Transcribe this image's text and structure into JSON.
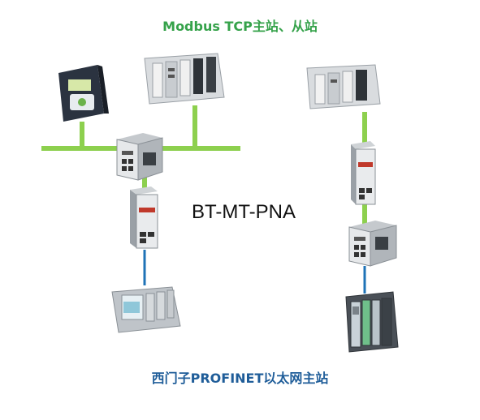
{
  "title_top": "Modbus TCP主站、从站",
  "center_label": "BT-MT-PNA",
  "title_bottom": "西门子PROFINET以太网主站",
  "colors": {
    "ethernet_link": "#8dd04e",
    "profinet_link": "#1f73b7",
    "title_top": "#35a24a",
    "title_bottom": "#1f5d99"
  },
  "icons": [
    "modbus-drive-icon",
    "modbus-plc-left-icon",
    "modbus-plc-right-icon",
    "ethernet-switch-left-icon",
    "ethernet-switch-right-icon",
    "gateway-left-icon",
    "gateway-right-icon",
    "siemens-plc-left-icon",
    "siemens-plc-right-icon"
  ]
}
